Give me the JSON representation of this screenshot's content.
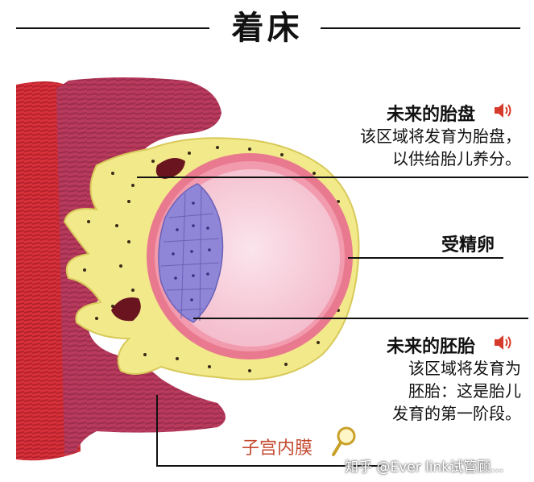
{
  "title": "着床",
  "labels": {
    "placenta": {
      "heading": "未来的胎盘",
      "desc": [
        "该区域将发育为胎盘，",
        "以供给胎儿养分。"
      ]
    },
    "fertilized_egg": {
      "heading": "受精卵"
    },
    "embryo": {
      "heading": "未来的胚胎",
      "desc": [
        "该区域将发育为",
        "胚胎：这是胎儿",
        "发育的第一阶段。"
      ]
    },
    "endometrium": {
      "label": "子宫内膜"
    }
  },
  "watermark": "知乎 @Ever link试管顾...",
  "icons": [
    "speaker-icon",
    "magnifier-icon"
  ],
  "colors": {
    "muscle_red": "#d9313a",
    "tissue_magenta": "#b83a5c",
    "trophoblast_yellow": "#f2e98a",
    "inner_cells_blue": "#8f86d8",
    "cavity_pink": "#f6c9d6",
    "endometrium_text": "#c4492f"
  }
}
